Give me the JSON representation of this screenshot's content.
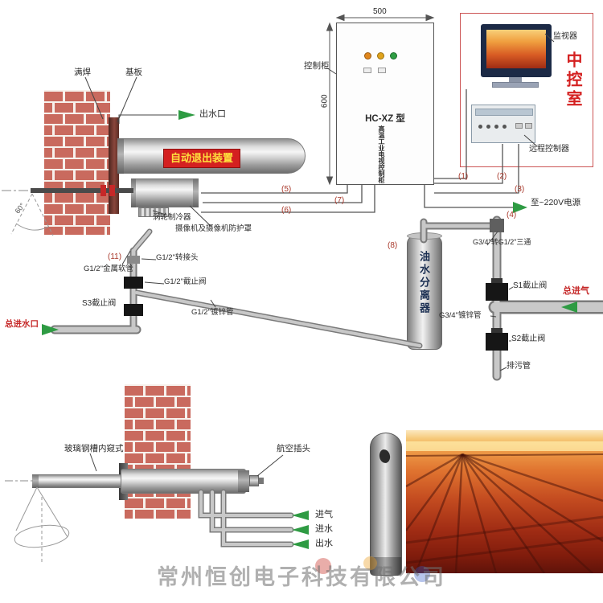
{
  "labels": {
    "weld": "满焊",
    "base_plate": "基板",
    "water_outlet": "出水口",
    "auto_retract": "自动退出装置",
    "cooler": "涡轮制冷器",
    "camera": "摄像机及摄像机防护罩",
    "angle": "60°",
    "n1": "(1)",
    "n2": "(2)",
    "n3": "(3)",
    "n4": "(4)",
    "n5": "(5)",
    "n6": "(6)",
    "n7": "(7)",
    "n8": "(8)",
    "n11": "(11)",
    "metal_hose": "G1/2\"金属软管",
    "adapter": "G1/2\"转接头",
    "valve_g12": "G1/2\"截止阀",
    "valve_s3": "S3截止阀",
    "main_water_inlet": "总进水口",
    "galv_pipe_12": "G1/2\"镀锌管",
    "separator": "油水分离器",
    "tee": "G3/4\"转G1/2\"三通",
    "valve_s1": "S1截止阀",
    "main_air_inlet": "总进气",
    "galv_pipe_34": "G3/4\"镀锌管",
    "valve_s2": "S2截止阀",
    "drain": "排污管",
    "power": "至~220V电源"
  },
  "cabinet": {
    "dim_width": "500",
    "dim_height": "600",
    "label": "控制柜",
    "model": "HC-XZ 型",
    "name": "高温工业电视控制柜"
  },
  "control_room": {
    "monitor": "监视器",
    "remote": "远程控制器",
    "room": "中控室"
  },
  "bottom_diagram": {
    "device": "玻璃钢槽内窥式",
    "plug": "航空插头",
    "air_in": "进气",
    "water_in": "进水",
    "water_out": "出水"
  },
  "watermark": {
    "company": "常州恒创电子科技有限公司"
  }
}
